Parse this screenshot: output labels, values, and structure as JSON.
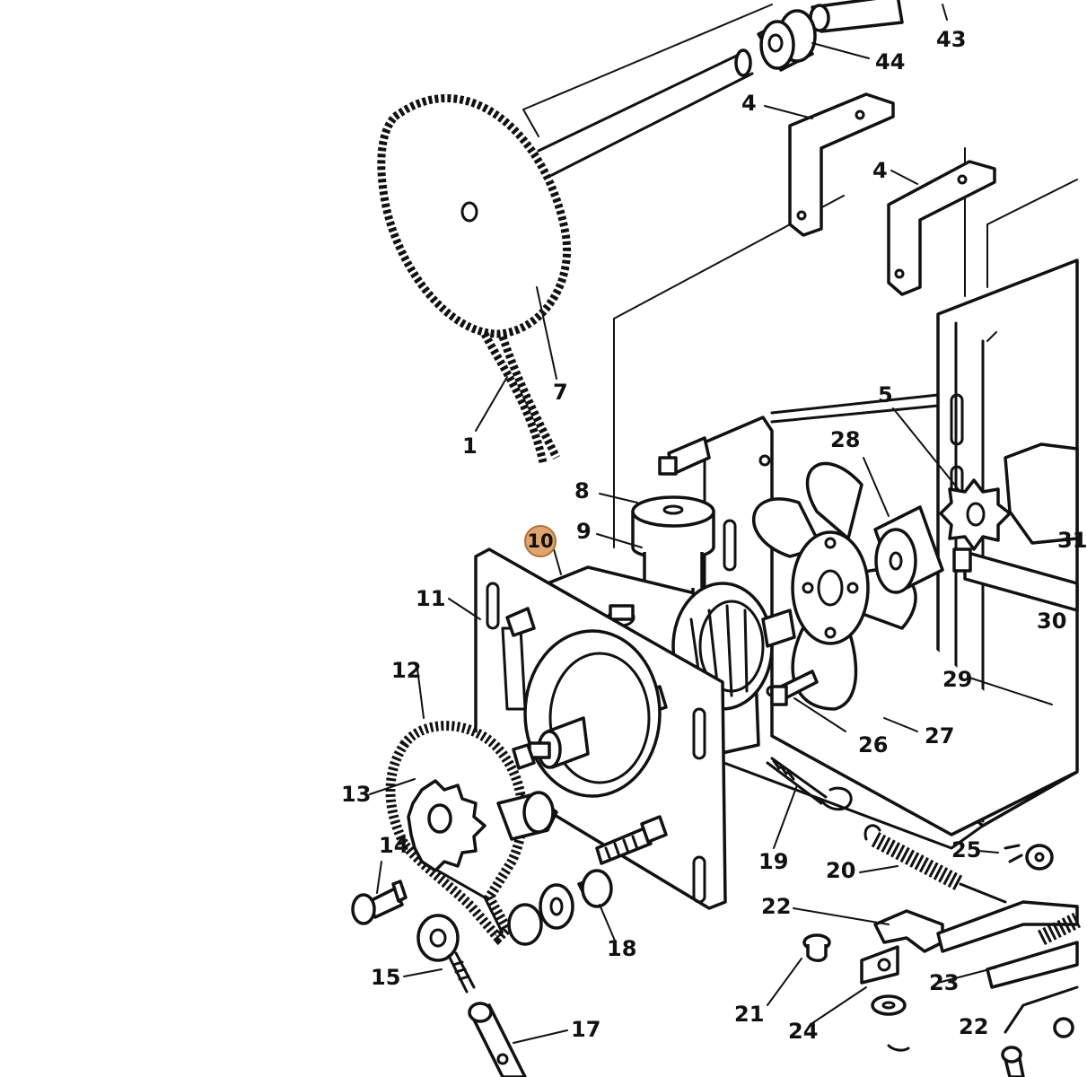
{
  "highlight_color": "#e0a56c",
  "labels": [
    {
      "id": "l1",
      "text": "1"
    },
    {
      "id": "l4a",
      "text": "4"
    },
    {
      "id": "l4b",
      "text": "4"
    },
    {
      "id": "l5",
      "text": "5"
    },
    {
      "id": "l7",
      "text": "7"
    },
    {
      "id": "l8",
      "text": "8"
    },
    {
      "id": "l9",
      "text": "9"
    },
    {
      "id": "l10",
      "text": "10"
    },
    {
      "id": "l11",
      "text": "11"
    },
    {
      "id": "l12",
      "text": "12"
    },
    {
      "id": "l13",
      "text": "13"
    },
    {
      "id": "l14",
      "text": "14"
    },
    {
      "id": "l15",
      "text": "15"
    },
    {
      "id": "l17",
      "text": "17"
    },
    {
      "id": "l18",
      "text": "18"
    },
    {
      "id": "l19",
      "text": "19"
    },
    {
      "id": "l20",
      "text": "20"
    },
    {
      "id": "l21",
      "text": "21"
    },
    {
      "id": "l22a",
      "text": "22"
    },
    {
      "id": "l22b",
      "text": "22"
    },
    {
      "id": "l23",
      "text": "23"
    },
    {
      "id": "l24",
      "text": "24"
    },
    {
      "id": "l25",
      "text": "25"
    },
    {
      "id": "l26",
      "text": "26"
    },
    {
      "id": "l27",
      "text": "27"
    },
    {
      "id": "l28",
      "text": "28"
    },
    {
      "id": "l29",
      "text": "29"
    },
    {
      "id": "l30",
      "text": "30"
    },
    {
      "id": "l31",
      "text": "31"
    },
    {
      "id": "l43",
      "text": "43"
    },
    {
      "id": "l44",
      "text": "44"
    }
  ]
}
